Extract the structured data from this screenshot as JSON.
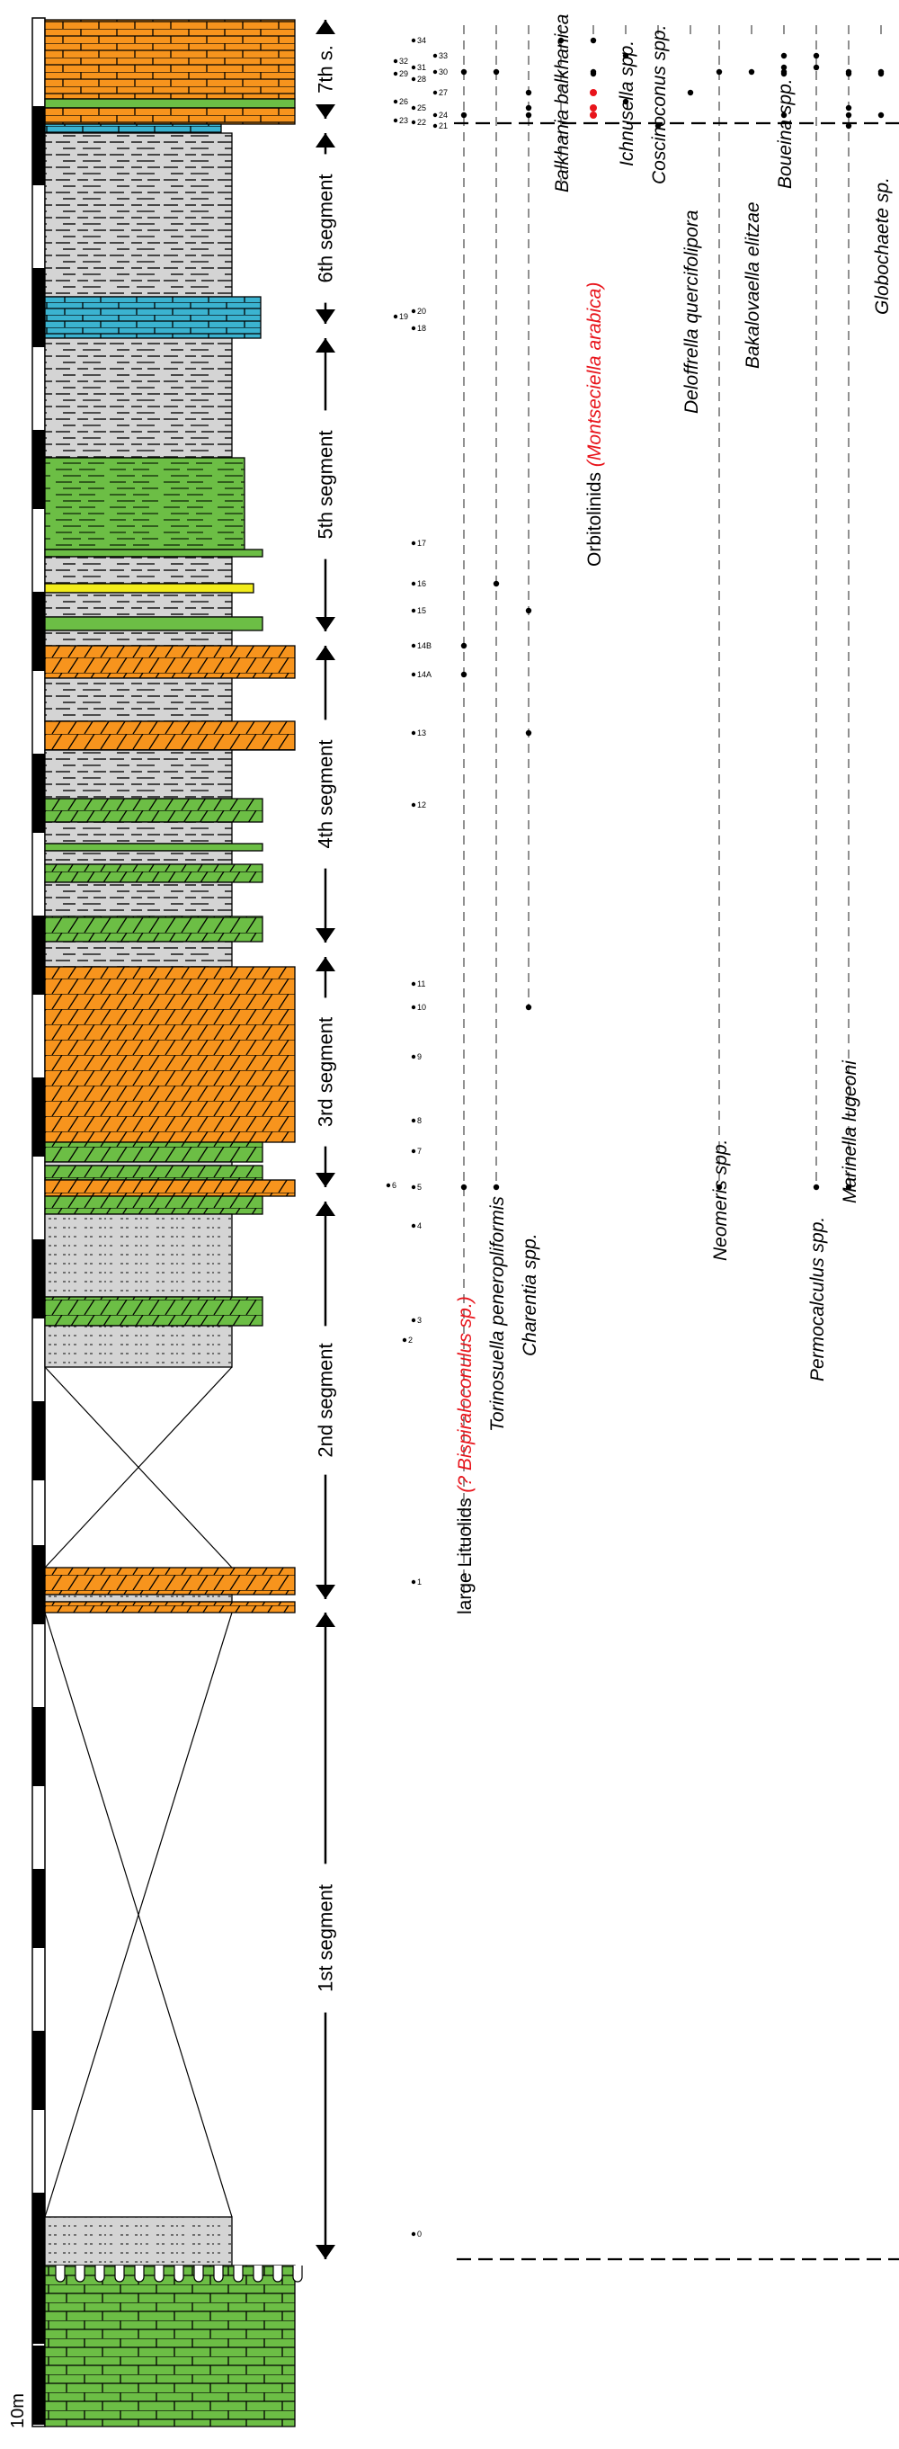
{
  "scale_label": "10m",
  "colors": {
    "limestone_orange": "#f7941d",
    "green": "#6cbe45",
    "blue": "#3bb3d0",
    "grey_shale": "#d4d4d4",
    "yellow": "#f2ec1b",
    "red_highlight": "#e8141b"
  },
  "segments": [
    {
      "label": "1st segment"
    },
    {
      "label": "2nd segment"
    },
    {
      "label": "3rd segment"
    },
    {
      "label": "4th segment"
    },
    {
      "label": "5th segment"
    },
    {
      "label": "6th segment"
    },
    {
      "label": "7th s."
    }
  ],
  "samples": [
    "34",
    "33",
    "32",
    "31",
    "30",
    "29",
    "28",
    "27",
    "26",
    "25",
    "24",
    "23",
    "22",
    "21",
    "20",
    "19",
    "18",
    "17",
    "16",
    "15",
    "14B",
    "14A",
    "13",
    "12",
    "11",
    "10",
    "9",
    "8",
    "7",
    "6",
    "5",
    "4",
    "3",
    "2",
    "1",
    "0"
  ],
  "taxa": [
    {
      "prefix": "large Lituolids ",
      "red": "(? Bispiraloconulus sp.)",
      "italic_prefix": false
    },
    {
      "prefix": "Torinosuella peneropliformis",
      "red": "",
      "italic_prefix": true
    },
    {
      "prefix": "Charentia spp.",
      "red": "",
      "italic_prefix": true
    },
    {
      "prefix": "Balkhania balkhanica",
      "red": "",
      "italic_prefix": true
    },
    {
      "prefix": "Orbitolinids ",
      "red": "(Montseciella arabica)",
      "italic_prefix": false
    },
    {
      "prefix": "Ichnusella spp.",
      "red": "",
      "italic_prefix": true
    },
    {
      "prefix": "Coscinoconus spp.",
      "red": "",
      "italic_prefix": true
    },
    {
      "prefix": "Deloffrella quercifolipora",
      "red": "",
      "italic_prefix": true
    },
    {
      "prefix": "Neomeris spp.",
      "red": "",
      "italic_prefix": true
    },
    {
      "prefix": "Bakalovaella elitzae",
      "red": "",
      "italic_prefix": true
    },
    {
      "prefix": "Boueina spp.",
      "red": "",
      "italic_prefix": true
    },
    {
      "prefix": "Permocalculus spp.",
      "red": "",
      "italic_prefix": true
    },
    {
      "prefix": "Marinella lugeoni",
      "red": "",
      "italic_prefix": true
    },
    {
      "prefix": "Globochaete sp.",
      "red": "",
      "italic_prefix": true
    }
  ],
  "occurrences": [
    {
      "taxon": 0,
      "samples": [
        "5",
        "14A",
        "14B",
        "24",
        "30"
      ]
    },
    {
      "taxon": 1,
      "samples": [
        "5",
        "16",
        "30"
      ]
    },
    {
      "taxon": 2,
      "samples": [
        "10",
        "13",
        "15",
        "24",
        "25",
        "27"
      ]
    },
    {
      "taxon": 3,
      "samples": [
        "34"
      ]
    },
    {
      "taxon": 4,
      "samples": [
        "34",
        "30",
        "29",
        "25",
        "24"
      ],
      "red_samples": [
        "27",
        "25",
        "24"
      ]
    },
    {
      "taxon": 5,
      "samples": [
        "33",
        "26"
      ]
    },
    {
      "taxon": 6,
      "samples": [
        "21"
      ]
    },
    {
      "taxon": 7,
      "samples": [
        "27"
      ]
    },
    {
      "taxon": 8,
      "samples": [
        "5",
        "30"
      ]
    },
    {
      "taxon": 9,
      "samples": [
        "30"
      ]
    },
    {
      "taxon": 10,
      "samples": [
        "33",
        "31",
        "30",
        "29",
        "24"
      ]
    },
    {
      "taxon": 11,
      "samples": [
        "5",
        "33",
        "31"
      ]
    },
    {
      "taxon": 12,
      "samples": [
        "5",
        "30",
        "29",
        "25",
        "24",
        "21"
      ]
    },
    {
      "taxon": 13,
      "samples": [
        "30",
        "29",
        "24"
      ]
    }
  ]
}
